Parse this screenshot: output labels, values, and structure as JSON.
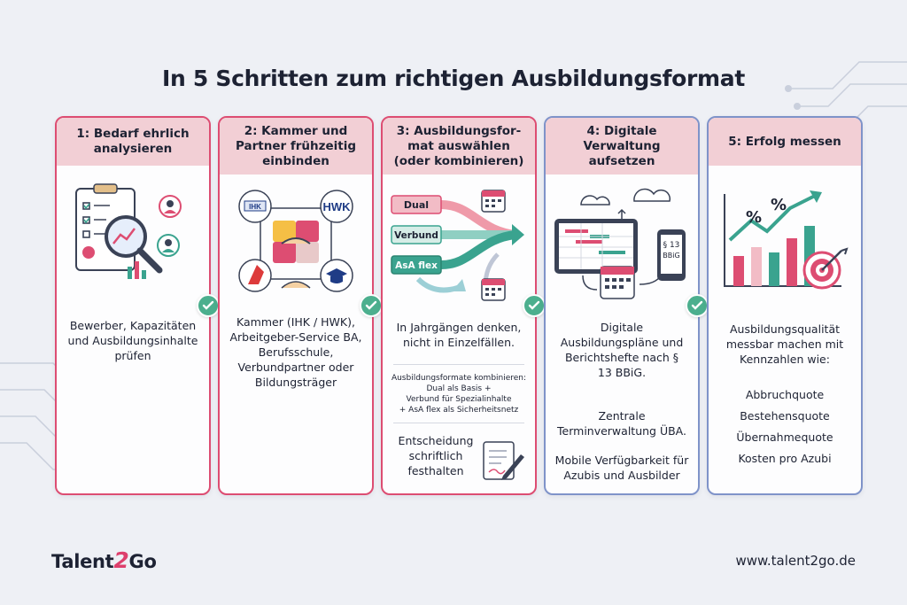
{
  "title": "In 5 Schritten zum richtigen Ausbildungsformat",
  "steps": [
    {
      "heading": "1: Bedarf ehrlich analysieren",
      "body": "Bewerber, Kapazitäten und Ausbildungsinhalte prüfen"
    },
    {
      "heading": "2: Kammer und Partner frühzeitig einbinden",
      "logos": [
        "IHK",
        "HWK"
      ],
      "body": "Kammer (IHK / HWK), Arbeitgeber-Service BA, Berufsschule, Verbundpartner oder Bildungsträger"
    },
    {
      "heading": "3: Ausbildungsfor-mat auswählen (oder kombinieren)",
      "formats": [
        "Dual",
        "Verbund",
        "AsA flex"
      ],
      "body": "In Jahrgängen denken, nicht in Einzelfällen.",
      "combine": {
        "line1": "Ausbildungsformate kombinieren:",
        "line2": "Dual als Basis +",
        "line3": "Verbund für Spezialinhalte",
        "line4": "+ AsA flex als Sicherheitsnetz"
      },
      "decision": "Entscheidung schriftlich festhalten"
    },
    {
      "heading": "4: Digitale Verwaltung aufsetzen",
      "device_label_1": "§ 13",
      "device_label_2": "BBiG",
      "para1": "Digitale Ausbildungspläne und Berichtshefte nach § 13 BBiG.",
      "para2": "Zentrale Terminverwaltung ÜBA.",
      "para3": "Mobile Verfügbarkeit für Azubis und Ausbilder"
    },
    {
      "heading": "5: Erfolg messen",
      "percent_symbol": "%",
      "intro": "Ausbildungsqualität messbar machen mit Kennzahlen wie:",
      "kpis": [
        "Abbruchquote",
        "Bestehensquote",
        "Übernahmequote",
        "Kosten pro Azubi"
      ]
    }
  ],
  "footer": {
    "logo_a": "Talent",
    "logo_b": "2",
    "logo_c": "Go",
    "url": "www.talent2go.de"
  },
  "colors": {
    "accent": "#dd4d72",
    "header_fill": "#f2cfd5",
    "blue_border": "#7f93c9",
    "teal": "#3aa38f",
    "check": "#4caf8e"
  }
}
